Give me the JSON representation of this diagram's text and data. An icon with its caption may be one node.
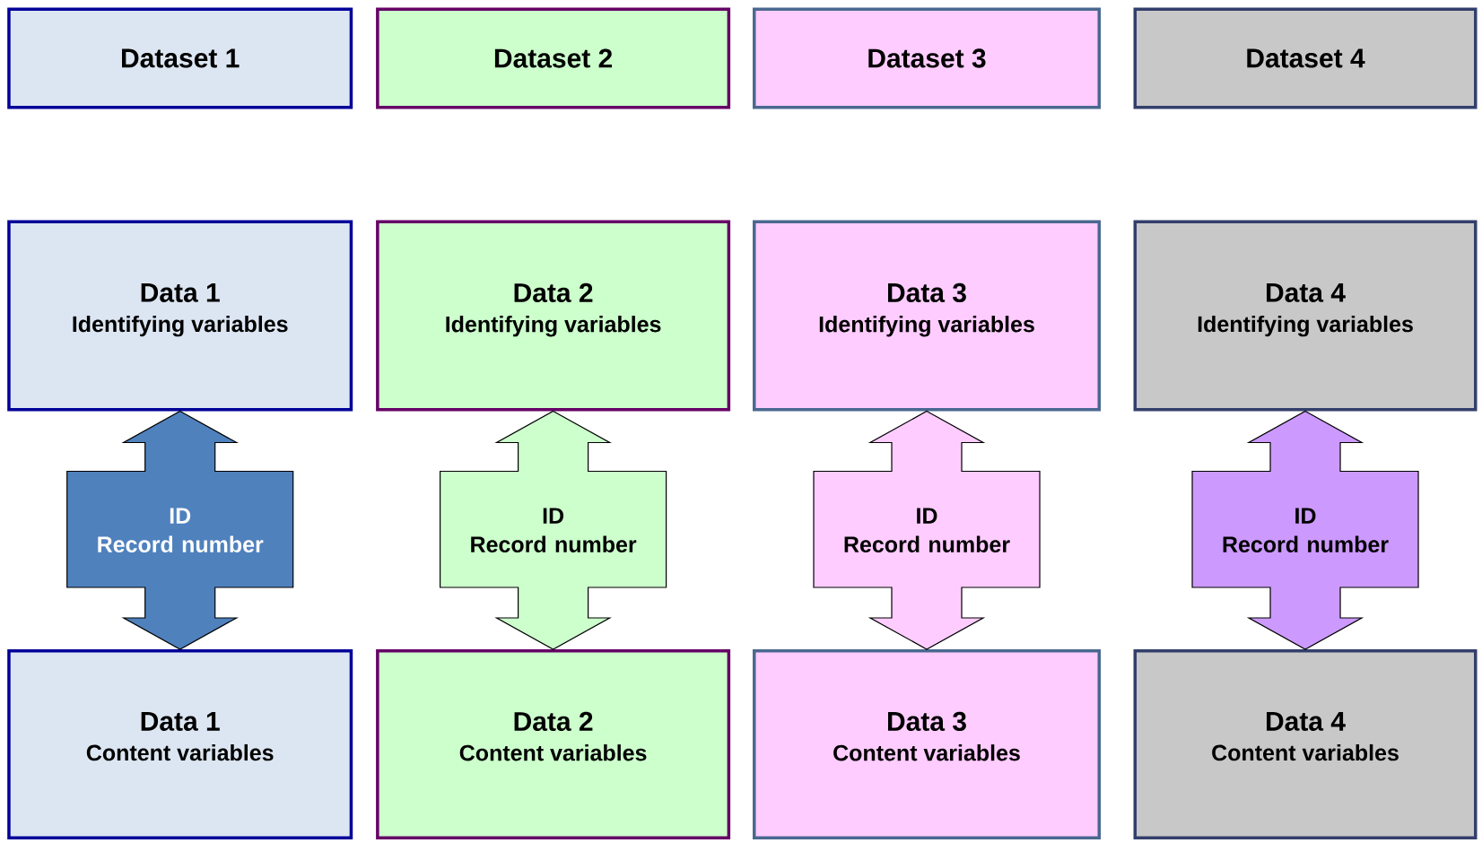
{
  "diagram": {
    "nodes": [
      {
        "text": [
          "Dataset 1"
        ]
      },
      {
        "text": [
          "Dataset 2"
        ]
      },
      {
        "text": [
          "Dataset 3"
        ]
      },
      {
        "text": [
          "Dataset 4"
        ]
      },
      {
        "text": [
          "Data 1",
          "Identifying variables"
        ]
      },
      {
        "text": [
          "Data 2",
          "Identifying variables"
        ]
      },
      {
        "text": [
          "Data 3",
          "Identifying variables"
        ]
      },
      {
        "text": [
          "Data 4",
          "Identifying variables"
        ]
      },
      {
        "text": [
          "Data 1",
          "Content variables"
        ]
      },
      {
        "text": [
          "Data 2",
          "Content variables"
        ]
      },
      {
        "text": [
          "Data 3",
          "Content variables"
        ]
      },
      {
        "text": [
          "Data 4",
          "Content variables"
        ]
      }
    ],
    "edges": [
      {
        "from": 4,
        "to": 8,
        "arrow": "both",
        "label": "ID Record number",
        "style": "thick",
        "color": "#4f81bd"
      },
      {
        "from": 5,
        "to": 9,
        "arrow": "both",
        "label": "ID Record number",
        "style": "thick",
        "color": "#ccffcc"
      },
      {
        "from": 6,
        "to": 10,
        "arrow": "both",
        "label": "ID Record number",
        "style": "thick",
        "color": "#ffccff"
      },
      {
        "from": 7,
        "to": 11,
        "arrow": "both",
        "label": "ID Record number",
        "style": "thick",
        "color": "#cc99ff"
      }
    ]
  }
}
